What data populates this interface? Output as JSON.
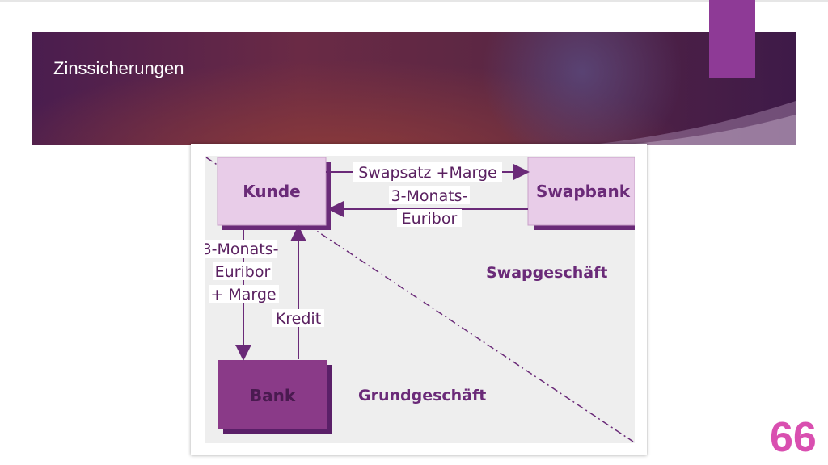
{
  "slide": {
    "title": "Zinssicherungen",
    "page_number": "66"
  },
  "diagram": {
    "nodes": {
      "kunde": "Kunde",
      "swapbank": "Swapbank",
      "bank": "Bank"
    },
    "edges": {
      "swapsatz": "Swapsatz +Marge",
      "euribor_top_1": "3-Monats-",
      "euribor_top_2": "Euribor",
      "euribor_left_1": "3-Monats-",
      "euribor_left_2": "Euribor",
      "euribor_left_3": "+ Marge",
      "kredit": "Kredit"
    },
    "regions": {
      "swapgeschaeft": "Swapgeschäft",
      "grundgeschaeft": "Grundgeschäft"
    }
  },
  "colors": {
    "accent": "#8e3a96",
    "box_light": "#e8cce8",
    "box_dark": "#8a3a88",
    "line": "#6a2a78",
    "page_number": "#d94fb0"
  }
}
